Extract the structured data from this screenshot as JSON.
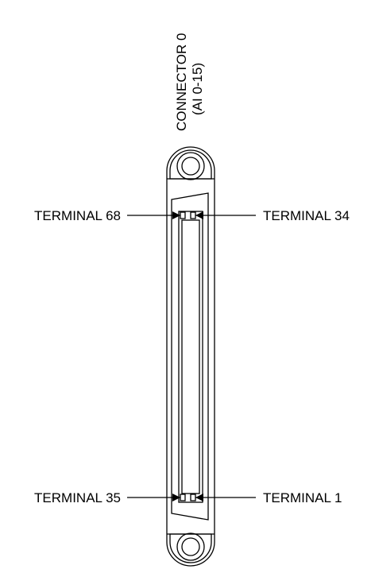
{
  "connector": {
    "title_line1": "CONNECTOR 0",
    "title_line2": "(AI 0-15)"
  },
  "terminals": {
    "top_left": "TERMINAL 68",
    "top_right": "TERMINAL 34",
    "bottom_left": "TERMINAL 35",
    "bottom_right": "TERMINAL 1"
  },
  "colors": {
    "stroke": "#000000",
    "background": "#ffffff"
  }
}
